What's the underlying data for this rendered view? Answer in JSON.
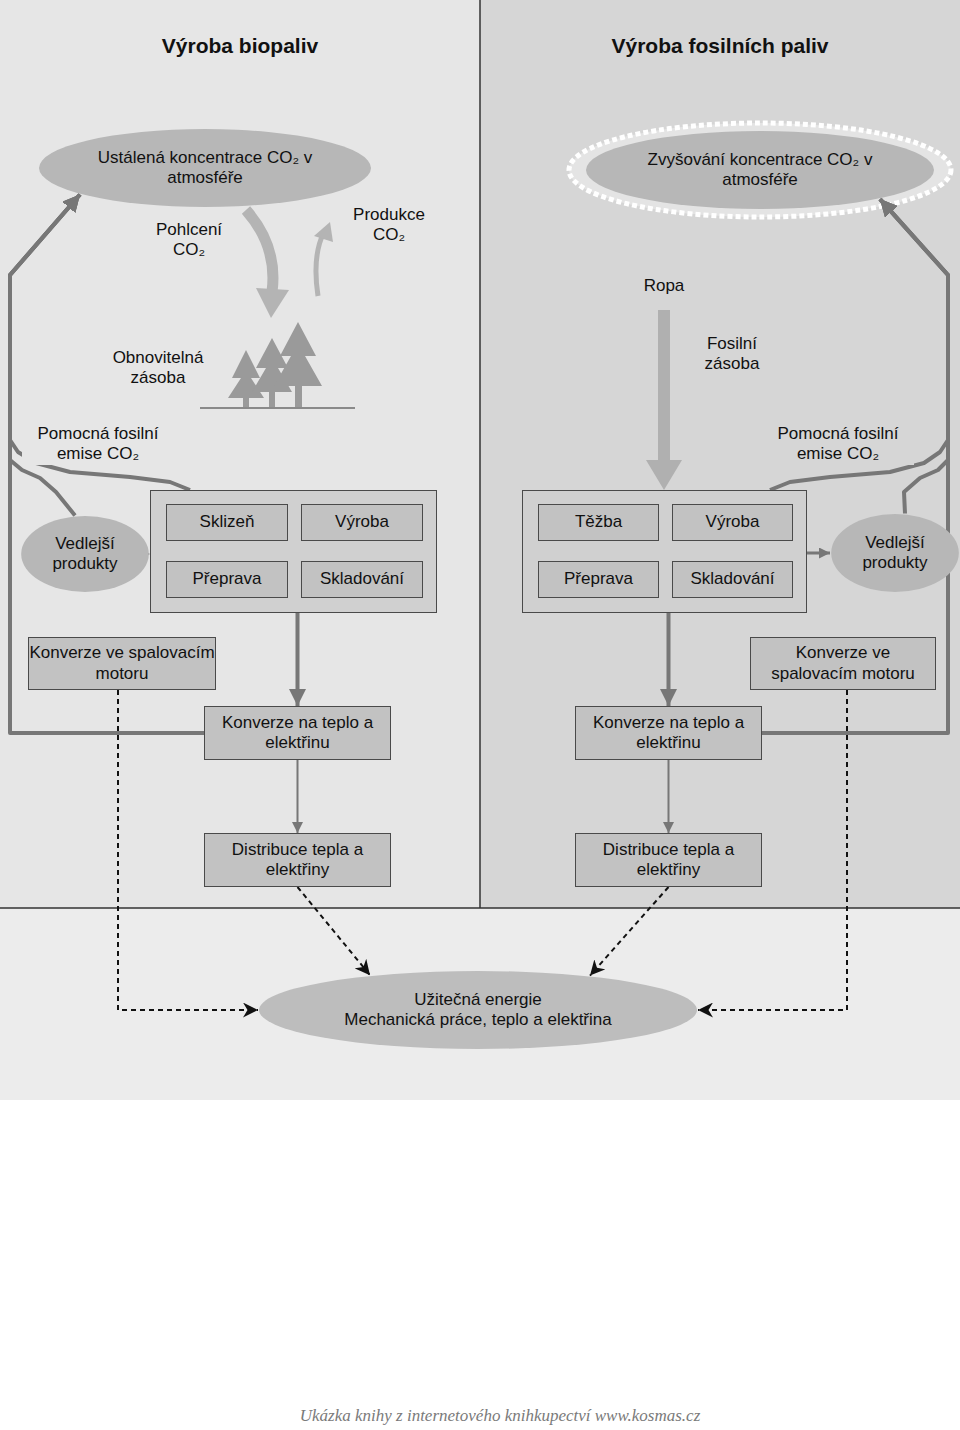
{
  "diagram": {
    "nodes": [
      {
        "text": [
          "Výroba biopaliv"
        ]
      },
      {
        "text": [
          "Ustálená koncentrace CO₂ v atmosféře"
        ],
        "in": 0
      },
      {
        "text": [
          "Vedlejší produkty"
        ],
        "in": 0
      },
      {
        "text": [],
        "in": 0
      },
      {
        "text": [
          "Sklizeň"
        ],
        "in": 3
      },
      {
        "text": [
          "Výroba"
        ],
        "in": 3
      },
      {
        "text": [
          "Přeprava"
        ],
        "in": 3
      },
      {
        "text": [
          "Skladování"
        ],
        "in": 3
      },
      {
        "text": [
          "Konverze ve spalovacím motoru"
        ],
        "in": 0
      },
      {
        "text": [
          "Konverze na teplo a elektřinu"
        ],
        "in": 0
      },
      {
        "text": [
          "Distribuce tepla a elektřiny"
        ],
        "in": 0
      },
      {
        "text": [
          "Výroba fosilních paliv"
        ]
      },
      {
        "text": [
          "Zvyšování koncentrace CO₂ v atmosféře"
        ],
        "in": 11
      },
      {
        "text": [],
        "in": 11
      },
      {
        "text": [
          "Těžba"
        ],
        "in": 13
      },
      {
        "text": [
          "Výroba"
        ],
        "in": 13
      },
      {
        "text": [
          "Přeprava"
        ],
        "in": 13
      },
      {
        "text": [
          "Skladování"
        ],
        "in": 13
      },
      {
        "text": [
          "Vedlejší produkty"
        ],
        "in": 11
      },
      {
        "text": [
          "Konverze ve spalovacím motoru"
        ],
        "in": 11
      },
      {
        "text": [
          "Konverze na teplo a elektřinu"
        ],
        "in": 11
      },
      {
        "text": [
          "Distribuce tepla a elektřiny"
        ],
        "in": 11
      },
      {
        "text": [
          "Užitečná energie",
          "Mechanická práce, teplo a elektřina"
        ]
      }
    ],
    "edges": [
      {
        "from": 3,
        "to": 2,
        "arrow": "to"
      },
      {
        "from": 3,
        "to": 9,
        "arrow": "to"
      },
      {
        "from": 9,
        "to": 10,
        "arrow": "to"
      },
      {
        "from": 10,
        "to": 22,
        "arrow": "to"
      },
      {
        "from": 8,
        "to": 22,
        "arrow": "to"
      },
      {
        "from": 9,
        "to": 1,
        "arrow": "to"
      },
      {
        "from": 2,
        "to": 1,
        "arrow": "to"
      },
      {
        "from": 3,
        "to": 1,
        "arrow": "to"
      },
      {
        "from": 13,
        "to": 18,
        "arrow": "to"
      },
      {
        "from": 13,
        "to": 20,
        "arrow": "to"
      },
      {
        "from": 20,
        "to": 21,
        "arrow": "to"
      },
      {
        "from": 21,
        "to": 22,
        "arrow": "to"
      },
      {
        "from": 19,
        "to": 22,
        "arrow": "to"
      },
      {
        "from": 20,
        "to": 12,
        "arrow": "to"
      },
      {
        "from": 18,
        "to": 12,
        "arrow": "to"
      },
      {
        "from": 13,
        "to": 12,
        "arrow": "to"
      }
    ],
    "labels": [
      "Pohlcení CO₂",
      "Produkce CO₂",
      "Obnovitelná zásoba",
      "Pomocná fosilní emise CO₂",
      "Ropa",
      "Fosilní zásoba",
      "Pomocná fosilní emise CO₂",
      "Ukázka knihy z internetového knihkupectví www.kosmas.cz"
    ]
  }
}
